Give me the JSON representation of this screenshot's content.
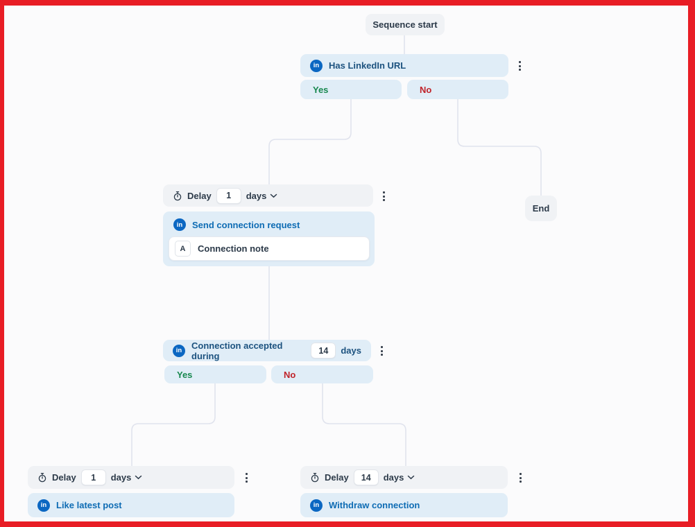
{
  "flow": {
    "sequence_start": "Sequence start",
    "condition_linkedin_url": {
      "label": "Has LinkedIn URL",
      "yes": "Yes",
      "no": "No"
    },
    "delay_after_yes": {
      "prefix": "Delay",
      "value": "1",
      "unit": "days"
    },
    "send_connection_request": {
      "label": "Send connection request",
      "note_badge": "A",
      "note_label": "Connection note"
    },
    "condition_connection_accepted": {
      "label_before": "Connection accepted during",
      "value": "14",
      "label_after": "days",
      "yes": "Yes",
      "no": "No"
    },
    "delay_yes_branch": {
      "prefix": "Delay",
      "value": "1",
      "unit": "days"
    },
    "like_latest_post": {
      "label": "Like latest post"
    },
    "delay_no_branch": {
      "prefix": "Delay",
      "value": "14",
      "unit": "days"
    },
    "withdraw_connection": {
      "label": "Withdraw connection"
    },
    "end": "End"
  },
  "icons": {
    "linkedin": "in"
  },
  "colors": {
    "frame_red": "#e81d25",
    "canvas_bg": "#fbfbfc",
    "node_gray": "#f0f2f5",
    "node_blue": "#e0edf7",
    "wire": "#e0e3ed",
    "condition_text": "#1c527f",
    "action_text": "#0e6cb4",
    "yes_green": "#18884f",
    "no_red": "#c0232a",
    "linkedin_blue": "#0b67c2",
    "dark_text": "#2c3a49"
  }
}
